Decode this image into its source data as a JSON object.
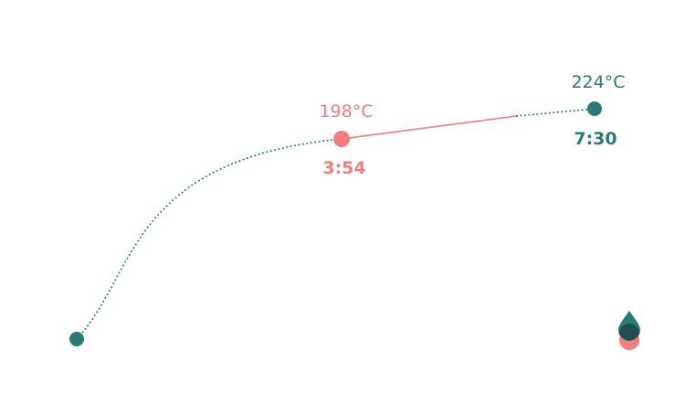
{
  "colors": {
    "teal": "#2a7a78",
    "coral": "#f47c7c",
    "background": "#ffffff"
  },
  "roast_curve": {
    "start": {
      "icon": "start-point"
    },
    "current": {
      "temperature": "198°C",
      "time": "3:54"
    },
    "target": {
      "temperature": "224°C",
      "time": "7:30"
    }
  },
  "drop_indicator": {
    "icon": "water-drop-icon"
  }
}
